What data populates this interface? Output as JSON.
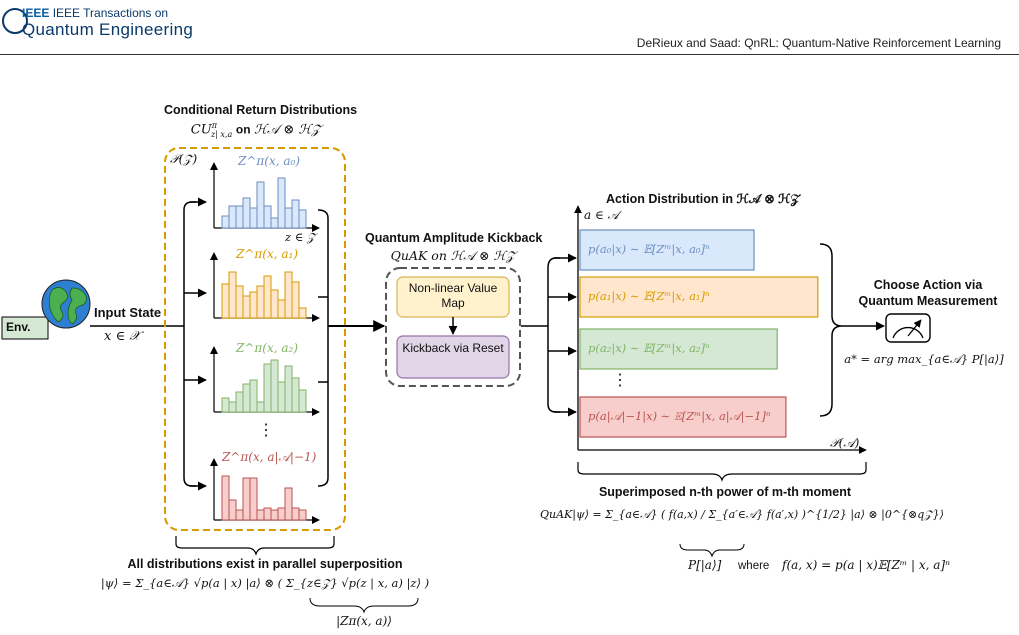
{
  "header": {
    "journal_line1": "IEEE Transactions on",
    "journal_line2": "Quantum Engineering",
    "running_title": "DeRieux and Saad: QnRL: Quantum-Native Reinforcement Learning"
  },
  "input": {
    "env_label": "Env.",
    "state_title": "Input State",
    "state_math": "x ∈ 𝒳"
  },
  "conditional": {
    "title": "Conditional Return Distributions",
    "subtitle_math": "CU",
    "subtitle_sup": "π",
    "subtitle_sub": "z| x,a",
    "subtitle_on": "on",
    "subtitle_space": "ℋ𝒜 ⊗ ℋ𝒵",
    "y_axis": "𝒫(𝒵)",
    "x_axis": "z ∈ 𝒵",
    "dist_labels": [
      "Z^π(x, a₀)",
      "Z^π(x, a₁)",
      "Z^π(x, a₂)",
      "Z^π(x, a|𝒜|−1)"
    ],
    "dots": "⋮",
    "colors": {
      "blue_fill": "#dae8fc",
      "blue_stroke": "#6c8ebf",
      "orange_fill": "#ffe6cc",
      "orange_stroke": "#d79b00",
      "green_fill": "#d5e8d4",
      "green_stroke": "#82b366",
      "red_fill": "#f8cecc",
      "red_stroke": "#b85450",
      "dashed_orange": "#d79b00"
    }
  },
  "quak": {
    "title": "Quantum Amplitude Kickback",
    "subtitle": "QuAK on ℋ𝒜 ⊗ ℋ𝒵",
    "box1": "Non-linear Value Map",
    "box2": "Kickback via Reset",
    "colors": {
      "box1_fill": "#fff2cc",
      "box1_stroke": "#d6b656",
      "box2_fill": "#e1d5e7",
      "box2_stroke": "#9673a6"
    }
  },
  "action_dist": {
    "title": "Action Distribution in ℋ𝒜 ⊗ ℋ𝒵",
    "axis_y": "a ∈ 𝒜",
    "axis_x": "𝒫(𝒜)",
    "bars": [
      {
        "label": "p(a₀|x) ∼ 𝔼[Zᵐ|x, a₀]ⁿ",
        "value": 0.6
      },
      {
        "label": "p(a₁|x) ∼ 𝔼[Zᵐ|x, a₁]ⁿ",
        "value": 0.82
      },
      {
        "label": "p(a₂|x) ∼ 𝔼[Zᵐ|x, a₂]ⁿ",
        "value": 0.68
      },
      {
        "label": "p(a|𝒜|−1|x) ∼ 𝔼[Zᵐ|x, a|𝒜|−1]ⁿ",
        "value": 0.71
      }
    ],
    "dots": "⋮"
  },
  "choose": {
    "title_line1": "Choose Action via",
    "title_line2": "Quantum Measurement",
    "formula": "a* = arg max_{a∈𝒜} P[|a⟩]"
  },
  "superimposed": {
    "title": "Superimposed n-th power of m-th moment",
    "formula": "QuAK|ψ⟩ = Σ_{a∈𝒜} ( f(a,x) / Σ_{a′∈𝒜} f(a′,x) )^{1/2} |a⟩ ⊗ |0^{⊗q𝒵}⟩",
    "under_label": "P[|a⟩]",
    "where": "where",
    "f_def": "f(a, x) = p(a | x)𝔼[Zᵐ | x, a]ⁿ"
  },
  "parallel": {
    "title": "All distributions exist in parallel superposition",
    "formula": "|ψ⟩ = Σ_{a∈𝒜} √p(a | x) |a⟩ ⊗ ( Σ_{z∈𝒵} √p(z | x, a) |z⟩ )",
    "under_label": "|Zπ(x, a)⟩"
  }
}
